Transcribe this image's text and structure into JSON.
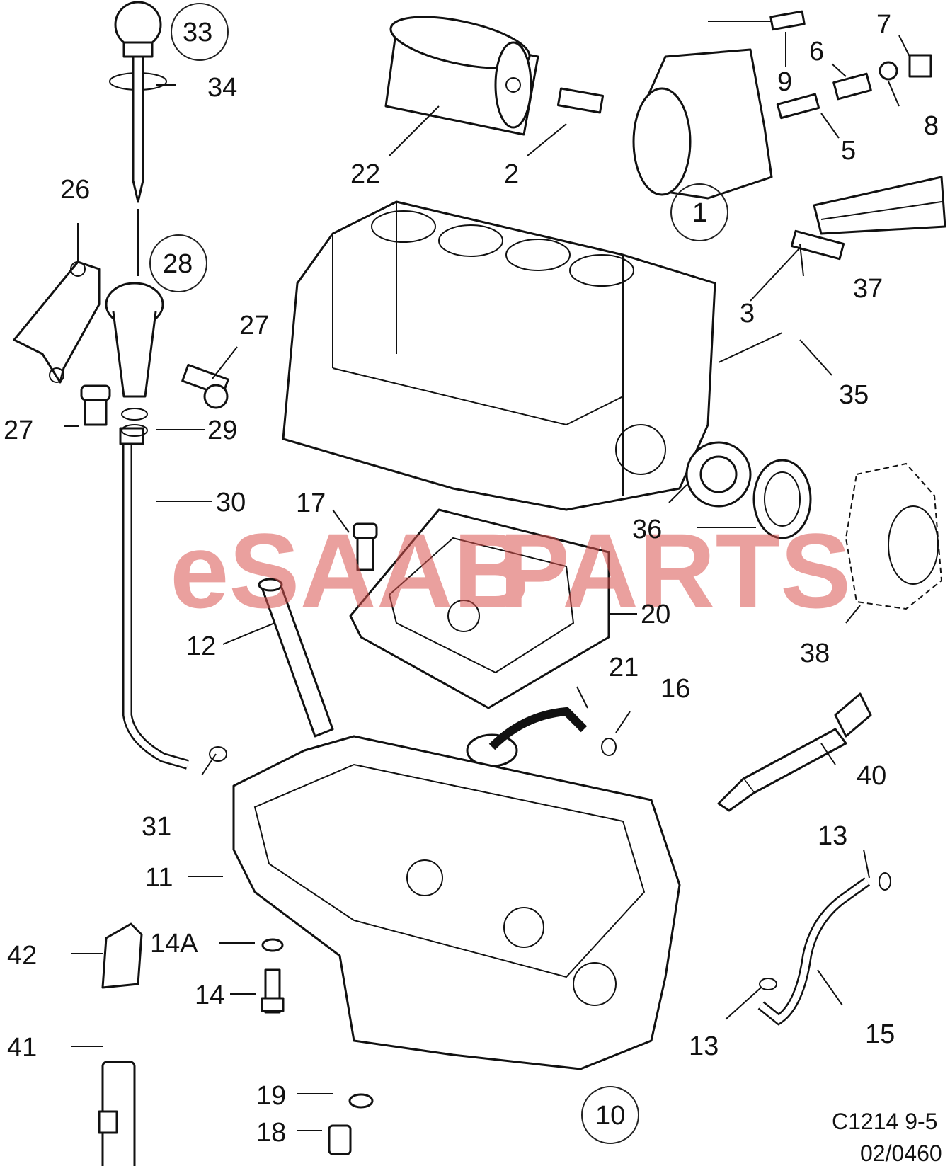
{
  "watermark": {
    "prefix": "eSAAB",
    "suffix": "PARTS",
    "color": "#d9534f"
  },
  "reference": {
    "code": "C1214 9-5",
    "date": "02/0460"
  },
  "callouts": {
    "c1": "1",
    "c2": "2",
    "c3": "3",
    "c5": "5",
    "c6": "6",
    "c7": "7",
    "c8": "8",
    "c9": "9",
    "c10": "10",
    "c11": "11",
    "c12": "12",
    "c13a": "13",
    "c13b": "13",
    "c14": "14",
    "c14a": "14A",
    "c15": "15",
    "c16": "16",
    "c17": "17",
    "c18": "18",
    "c19": "19",
    "c20": "20",
    "c21": "21",
    "c22": "22",
    "c26": "26",
    "c27a": "27",
    "c27b": "27",
    "c28": "28",
    "c29": "29",
    "c30": "30",
    "c31": "31",
    "c33": "33",
    "c34": "34",
    "c35": "35",
    "c36": "36",
    "c37": "37",
    "c38": "38",
    "c40": "40",
    "c41": "41",
    "c42": "42"
  }
}
